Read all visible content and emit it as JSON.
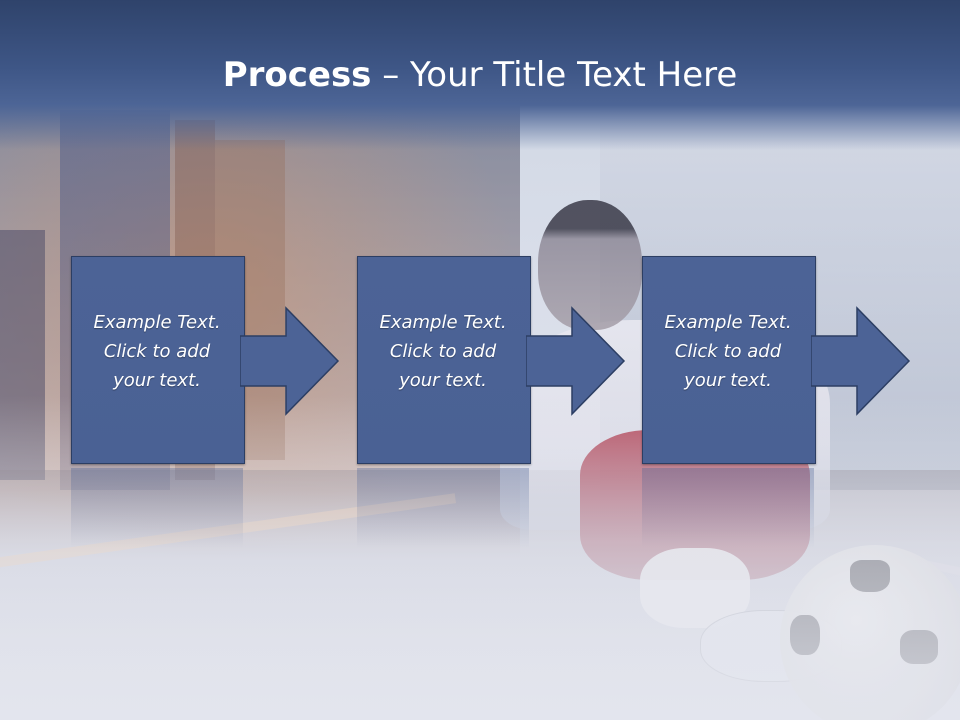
{
  "slide": {
    "title_bold": "Process",
    "title_rest": " – Your Title Text Here",
    "steps": [
      {
        "text": "Example Text.\nClick  to add\nyour text."
      },
      {
        "text": "Example Text.\nClick  to add\nyour text."
      },
      {
        "text": "Example Text.\nClick  to add\nyour text."
      }
    ],
    "colors": {
      "title_bar": "#3e5686",
      "box_fill": "#4c6396",
      "box_border": "#2c3e63",
      "text": "#ffffff"
    },
    "background_image": "soccer-player-sitting-with-ball-on-city-road"
  }
}
